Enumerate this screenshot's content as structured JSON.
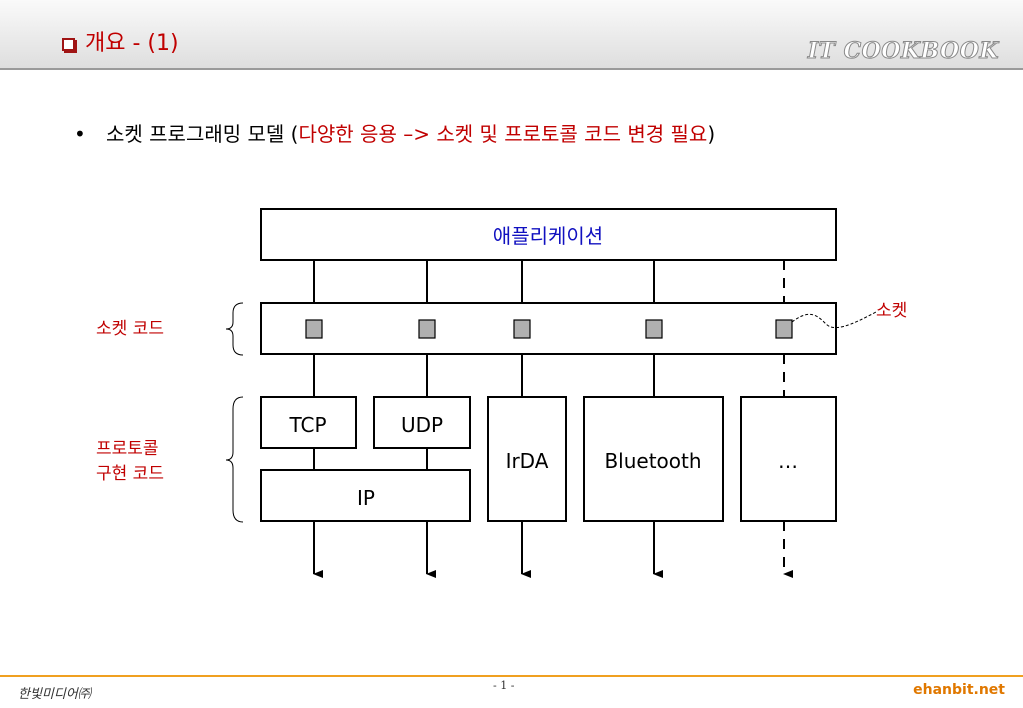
{
  "header": {
    "title": "개요 - (1)",
    "brand": "IT COOKBOOK"
  },
  "bullet": {
    "marker": "•",
    "text_prefix": "소켓 프로그래밍 모델 (",
    "text_highlight": "다양한 응용 –> 소켓 및 프로토콜 코드 변경 필요",
    "text_suffix": ")"
  },
  "diagram": {
    "application_label": "애플리케이션",
    "socket_callout": "소켓",
    "socket_code_label": "소켓 코드",
    "protocol_code_label_line1": "프로토콜",
    "protocol_code_label_line2": "구현 코드",
    "boxes": {
      "tcp": "TCP",
      "udp": "UDP",
      "ip": "IP",
      "irda": "IrDA",
      "bluetooth": "Bluetooth",
      "more": "…"
    }
  },
  "footer": {
    "publisher": "한빛미디어㈜",
    "page": "- 1 -",
    "site": "ehanbit.net"
  },
  "colors": {
    "accent_red": "#c00000",
    "app_blue": "#1010c0",
    "socket_gray": "#b0b0b0",
    "footer_orange": "#e07800"
  }
}
